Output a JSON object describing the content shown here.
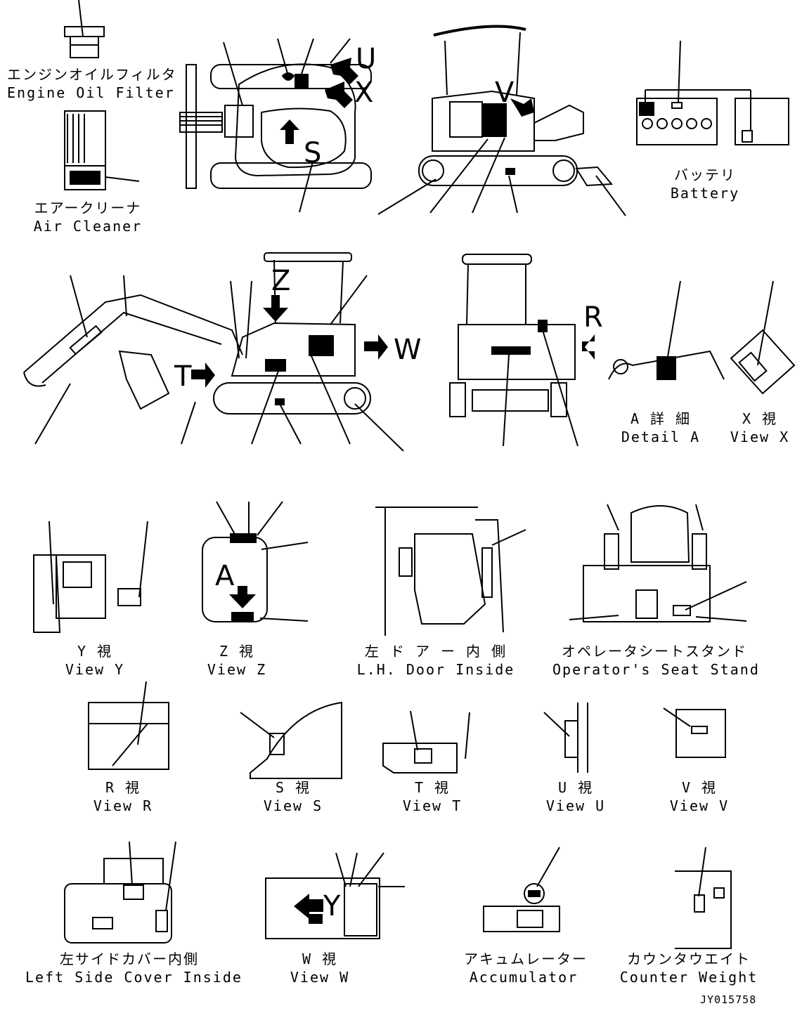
{
  "labels": {
    "engine_oil_filter": {
      "jp": "エンジンオイルフィルタ",
      "en": "Engine Oil Filter"
    },
    "air_cleaner": {
      "jp": "エアークリーナ",
      "en": "Air Cleaner"
    },
    "battery": {
      "jp": "バッテリ",
      "en": "Battery"
    },
    "detail_a": {
      "jp": "A 詳 細",
      "en": "Detail A"
    },
    "view_x": {
      "jp": "X 視",
      "en": "View X"
    },
    "view_y": {
      "jp": "Y 視",
      "en": "View Y"
    },
    "view_z": {
      "jp": "Z 視",
      "en": "View Z"
    },
    "lh_door_inside": {
      "jp": "左 ド ア ー 内 側",
      "en": "L.H. Door Inside"
    },
    "operator_seat_stand": {
      "jp": "オペレータシートスタンド",
      "en": "Operator's Seat Stand"
    },
    "view_r": {
      "jp": "R 視",
      "en": "View R"
    },
    "view_s": {
      "jp": "S 視",
      "en": "View S"
    },
    "view_t": {
      "jp": "T 視",
      "en": "View T"
    },
    "view_u": {
      "jp": "U 視",
      "en": "View U"
    },
    "view_v": {
      "jp": "V 視",
      "en": "View V"
    },
    "left_side_cover_inside": {
      "jp": "左サイドカバー内側",
      "en": "Left Side Cover Inside"
    },
    "view_w": {
      "jp": "W 視",
      "en": "View W"
    },
    "accumulator": {
      "jp": "アキュムレーター",
      "en": "Accumulator"
    },
    "counter_weight": {
      "jp": "カウンタウエイト",
      "en": "Counter Weight"
    }
  },
  "view_letters": {
    "u": "U",
    "x": "X",
    "s": "S",
    "v": "V",
    "z": "Z",
    "w": "W",
    "t": "T",
    "r": "R",
    "a": "A",
    "y": "Y"
  },
  "drawing_code": "JY015758"
}
